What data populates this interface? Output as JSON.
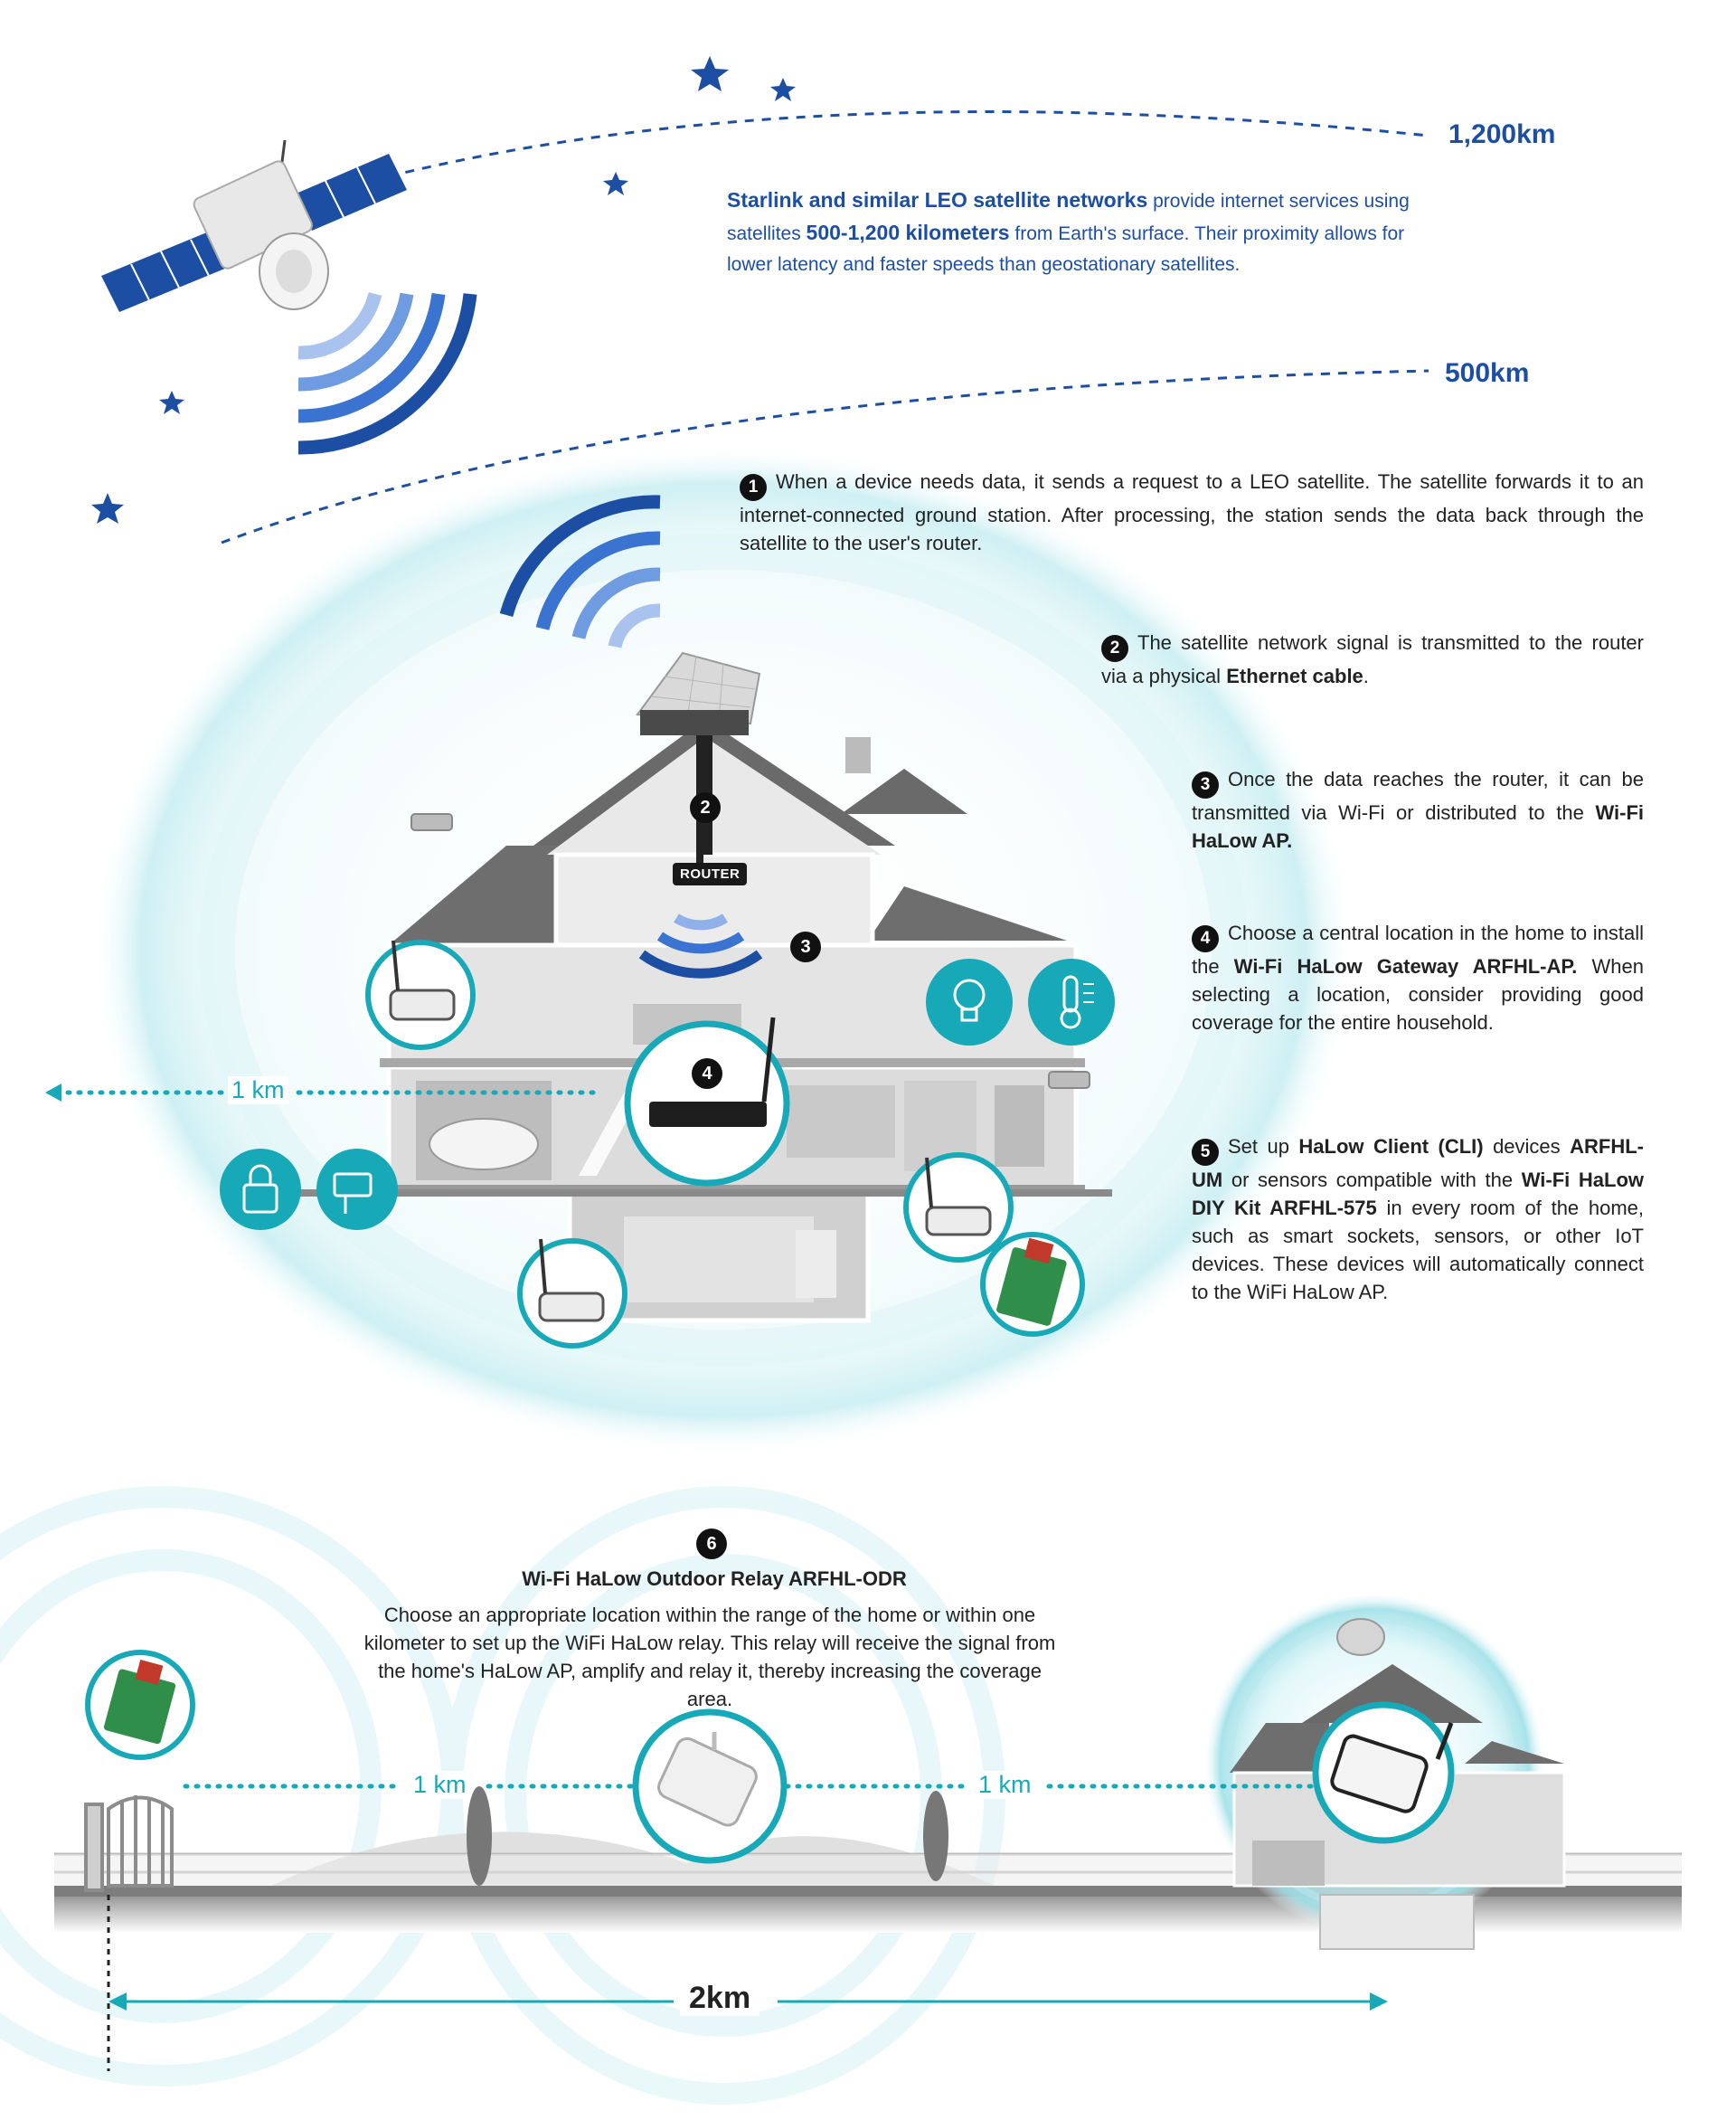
{
  "altitudes": {
    "high": "1,200km",
    "low": "500km"
  },
  "intro": {
    "bold1": "Starlink and similar LEO satellite networks",
    "text1": " provide internet services using satellites ",
    "bold2": "500-1,200 kilometers",
    "text2": " from Earth's surface. Their proximity allows for lower latency and faster speeds than geostationary satellites."
  },
  "steps": [
    {
      "num": "1",
      "parts": [
        {
          "t": "When a device needs data, it sends a request to a LEO satellite. The satellite forwards it to an internet-connected ground station. After processing, the station sends the data back through the satellite to the user's router.",
          "b": false
        }
      ]
    },
    {
      "num": "2",
      "parts": [
        {
          "t": "The satellite network signal is transmitted to the router via a physical ",
          "b": false
        },
        {
          "t": "Ethernet cable",
          "b": true
        },
        {
          "t": ".",
          "b": false
        }
      ]
    },
    {
      "num": "3",
      "parts": [
        {
          "t": "Once the data reaches the router, it can be transmitted via Wi-Fi or distributed to the ",
          "b": false
        },
        {
          "t": "Wi-Fi HaLow AP.",
          "b": true
        }
      ]
    },
    {
      "num": "4",
      "parts": [
        {
          "t": "Choose a central location in the home to install the ",
          "b": false
        },
        {
          "t": "Wi-Fi HaLow Gateway ARFHL-AP.",
          "b": true
        },
        {
          "t": " When selecting a location, consider providing good coverage for the entire household.",
          "b": false
        }
      ]
    },
    {
      "num": "5",
      "parts": [
        {
          "t": "Set up ",
          "b": false
        },
        {
          "t": "HaLow Client (CLI)",
          "b": true
        },
        {
          "t": " devices ",
          "b": false
        },
        {
          "t": "ARFHL-UM",
          "b": true
        },
        {
          "t": " or sensors compatible with the ",
          "b": false
        },
        {
          "t": "Wi-Fi HaLow DIY Kit ARFHL-575",
          "b": true
        },
        {
          "t": " in every room of the home, such as smart sockets, sensors, or other IoT devices. These devices will automatically connect to the WiFi HaLow AP.",
          "b": false
        }
      ]
    }
  ],
  "house_labels": {
    "router": "ROUTER",
    "badge2": "2",
    "badge3": "3",
    "badge4": "4",
    "one_km": "1 km"
  },
  "relay": {
    "num": "6",
    "title": "Wi-Fi HaLow Outdoor Relay ARFHL-ODR",
    "text": "Choose an appropriate location within the range of the home or within one kilometer to set up the WiFi HaLow relay. This relay will receive the signal from the home's HaLow AP, amplify and relay it, thereby increasing the coverage area."
  },
  "distances": {
    "left_km": "1 km",
    "right_km": "1 km",
    "total": "2km"
  },
  "icons": [
    "satellite-icon",
    "starlink-dish-icon",
    "router-icon",
    "halow-ap-icon",
    "halow-client-icon",
    "diy-kit-board-icon",
    "light-bulb-icon",
    "thermometer-icon",
    "lock-icon",
    "security-camera-icon",
    "outdoor-relay-icon"
  ],
  "colors": {
    "brand_blue": "#1c4fa3",
    "signal_blue": "#2f6fd6",
    "teal": "#18a9b9",
    "glow": "#d8f3f6"
  }
}
